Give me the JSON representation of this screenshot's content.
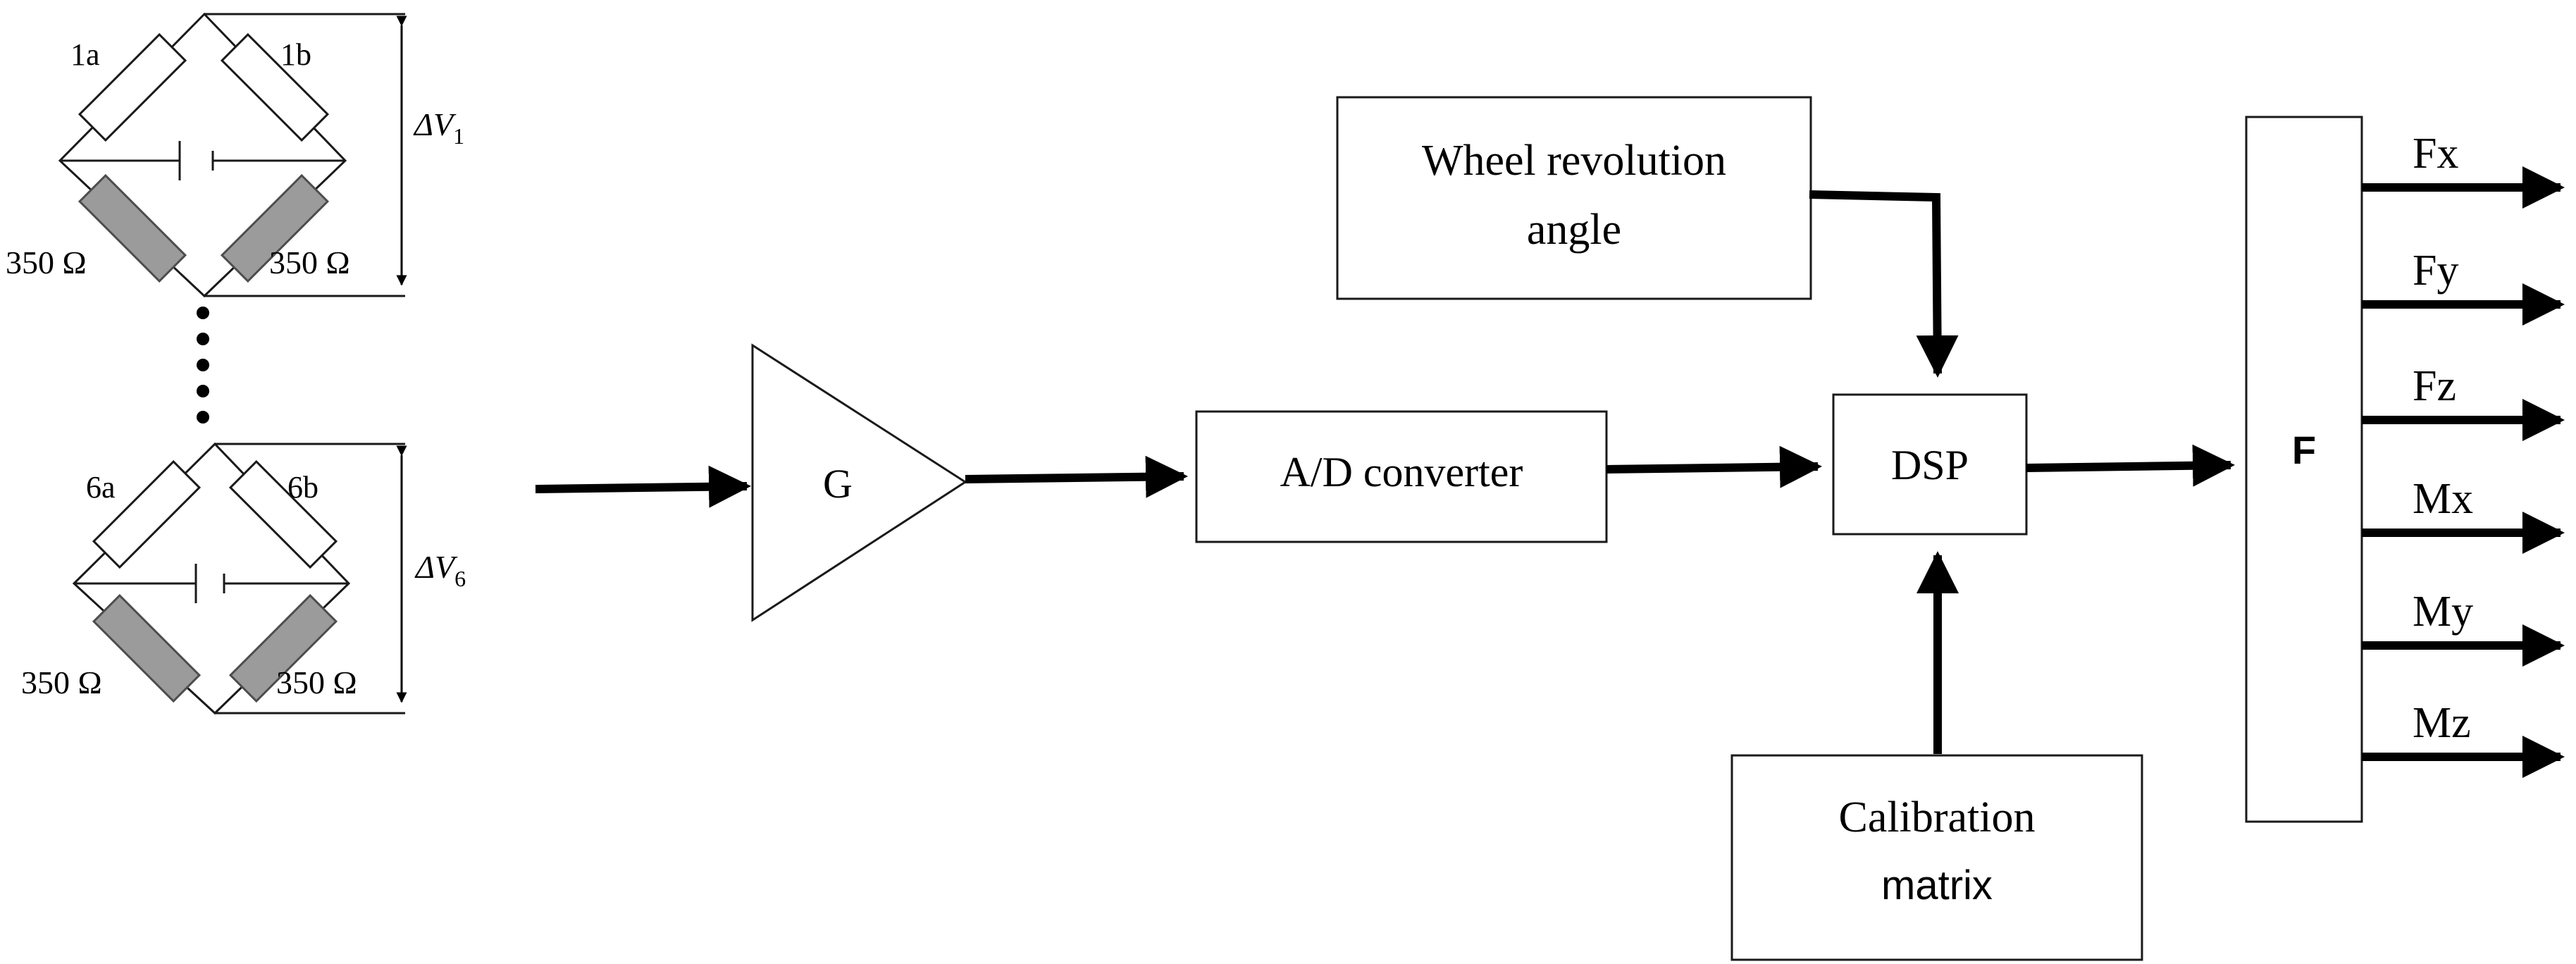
{
  "bridge1": {
    "resistor_top_left": "1a",
    "resistor_top_right": "1b",
    "resistor_bottom_left": "350 Ω",
    "resistor_bottom_right": "350 Ω",
    "voltage_symbol": "ΔV",
    "voltage_subscript": "1"
  },
  "bridge6": {
    "resistor_top_left": "6a",
    "resistor_top_right": "6b",
    "resistor_bottom_left": "350 Ω",
    "resistor_bottom_right": "350 Ω",
    "voltage_symbol": "ΔV",
    "voltage_subscript": "6"
  },
  "amplifier": {
    "label": "G"
  },
  "adc": {
    "label": "A/D converter"
  },
  "wheel_angle": {
    "line1": "Wheel revolution",
    "line2": "angle"
  },
  "dsp": {
    "label": "DSP"
  },
  "calibration": {
    "line1": "Calibration",
    "line2": "matrix"
  },
  "output_block": {
    "label": "F"
  },
  "outputs": [
    "Fx",
    "Fy",
    "Fz",
    "Mx",
    "My",
    "Mz"
  ],
  "colors": {
    "line": "#000000",
    "strain_gauge_fill": "#9b9b9b",
    "resistor_fill": "#ffffff"
  }
}
